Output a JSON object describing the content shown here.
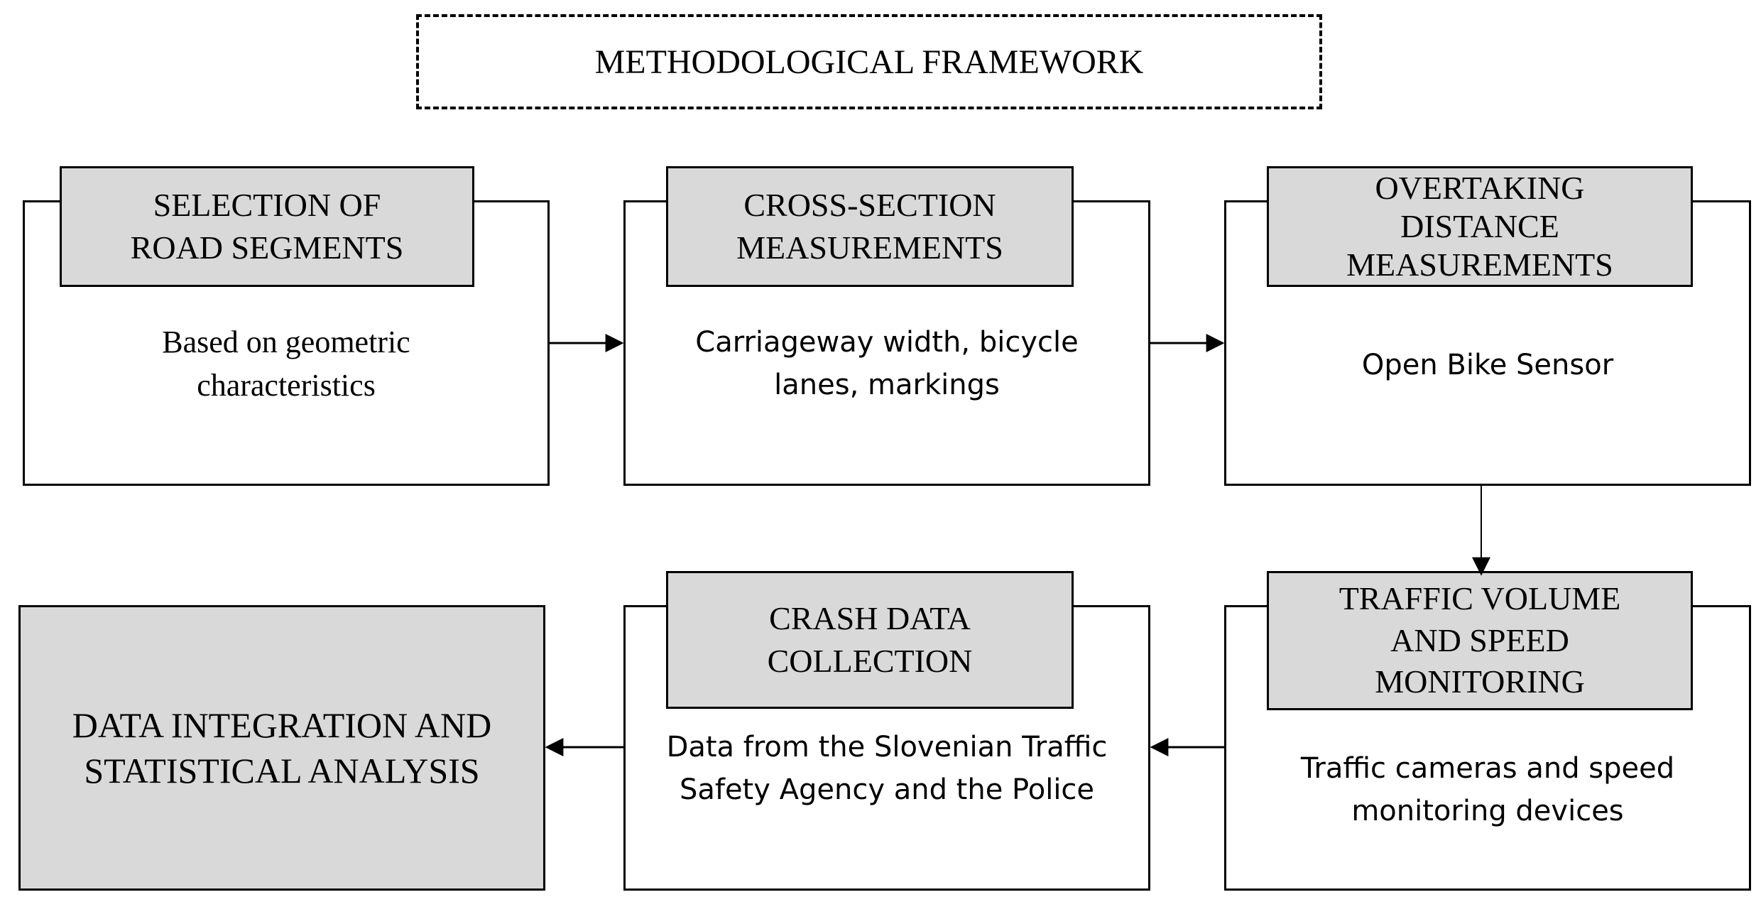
{
  "title": "METHODOLOGICAL FRAMEWORK",
  "steps": [
    {
      "header": "SELECTION OF\nROAD SEGMENTS",
      "description": "Based on geometric\ncharacteristics"
    },
    {
      "header": "CROSS-SECTION\nMEASUREMENTS",
      "description": "Carriageway width, bicycle\nlanes, markings"
    },
    {
      "header": "OVERTAKING\nDISTANCE\nMEASUREMENTS",
      "description": "Open Bike Sensor"
    },
    {
      "header": "TRAFFIC VOLUME\nAND SPEED\nMONITORING",
      "description": "Traffic cameras and speed\nmonitoring devices"
    },
    {
      "header": "CRASH DATA\nCOLLECTION",
      "description": "Data from the Slovenian Traffic\nSafety Agency and the Police"
    }
  ],
  "final_step": "DATA INTEGRATION AND\nSTATISTICAL ANALYSIS",
  "colors": {
    "header_fill": "#d9d9d9",
    "line": "#000000"
  }
}
